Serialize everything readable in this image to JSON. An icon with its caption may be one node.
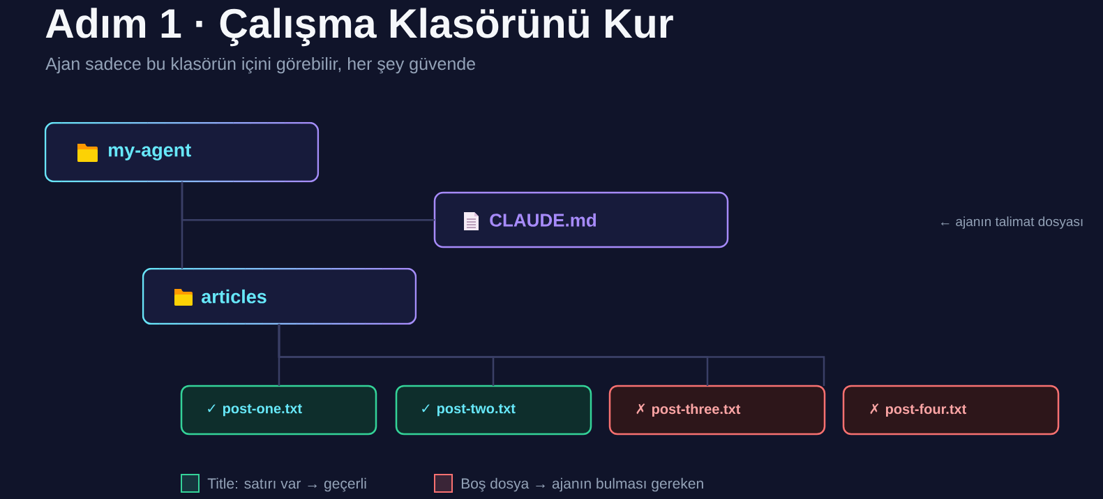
{
  "diagram": {
    "title": "Adım 1 · Çalışma Klasörünü Kur",
    "nodes": [
      {
        "text": [
          "my-agent"
        ]
      },
      {
        "text": [
          "CLAUDE.md"
        ]
      },
      {
        "text": [
          "articles"
        ]
      },
      {
        "text": [
          "✓ post-one.txt"
        ]
      },
      {
        "text": [
          "✓ post-two.txt"
        ]
      },
      {
        "text": [
          "✗ post-three.txt"
        ]
      },
      {
        "text": [
          "✗ post-four.txt"
        ]
      }
    ],
    "edges": [
      {
        "from": 0,
        "to": 1,
        "arrow": "none"
      },
      {
        "from": 0,
        "to": 2,
        "arrow": "none"
      },
      {
        "from": 2,
        "to": 3,
        "arrow": "none"
      },
      {
        "from": 2,
        "to": 4,
        "arrow": "none"
      },
      {
        "from": 2,
        "to": 5,
        "arrow": "none"
      },
      {
        "from": 2,
        "to": 5,
        "arrow": "none"
      }
    ],
    "labels": [
      "Ajan sadece bu klasörün içini görebilir, her şey güvende",
      "← ajanın talimat dosyası"
    ],
    "legend": [
      {
        "text": "Title: satırı var → geçerli",
        "color": "#34d399"
      },
      {
        "text": "Boş dosya → ajanın bulması gereken",
        "color": "#f87171"
      }
    ]
  }
}
